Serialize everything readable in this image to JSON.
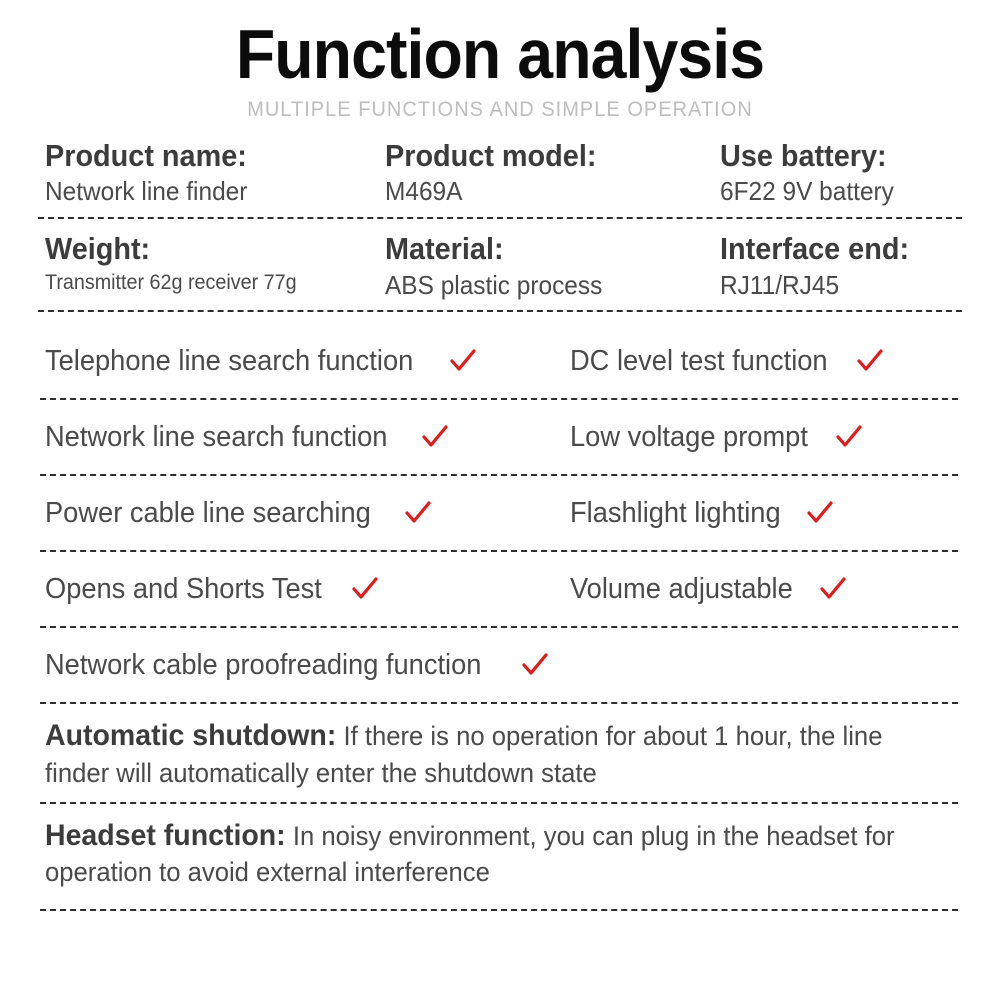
{
  "header": {
    "title": "Function analysis",
    "subtitle": "MULTIPLE FUNCTIONS AND SIMPLE OPERATION"
  },
  "colors": {
    "check_red": "#e01b1b",
    "heading_text": "#3c3c3c",
    "body_text": "#4a4a4a",
    "subtitle_text": "#bdbdbd",
    "divider": "#2e2e2e",
    "background": "#ffffff"
  },
  "specs": [
    {
      "cells": [
        {
          "label": "Product name:",
          "value": "Network line finder"
        },
        {
          "label": "Product model:",
          "value": "M469A"
        },
        {
          "label": "Use battery:",
          "value": "6F22 9V battery"
        }
      ]
    },
    {
      "cells": [
        {
          "label": "Weight:",
          "value": "Transmitter 62g receiver 77g"
        },
        {
          "label": "Material:",
          "value": "ABS plastic process"
        },
        {
          "label": "Interface end:",
          "value": "RJ11/RJ45"
        }
      ]
    }
  ],
  "features": [
    {
      "left": "Telephone line search function",
      "right": "DC level test function"
    },
    {
      "left": "Network line search function",
      "right": "Low voltage prompt"
    },
    {
      "left": "Power cable line searching",
      "right": "Flashlight lighting"
    },
    {
      "left": "Opens and Shorts Test",
      "right": "Volume adjustable"
    },
    {
      "full": "Network cable proofreading function"
    }
  ],
  "check_icon": "check-mark",
  "paragraphs": [
    {
      "lead": "Automatic shutdown:",
      "body": "If there is no operation for about 1 hour, the line finder will automatically enter the shutdown state"
    },
    {
      "lead": "Headset function:",
      "body": "In noisy environment, you can plug in the headset for operation to avoid external interference"
    }
  ]
}
